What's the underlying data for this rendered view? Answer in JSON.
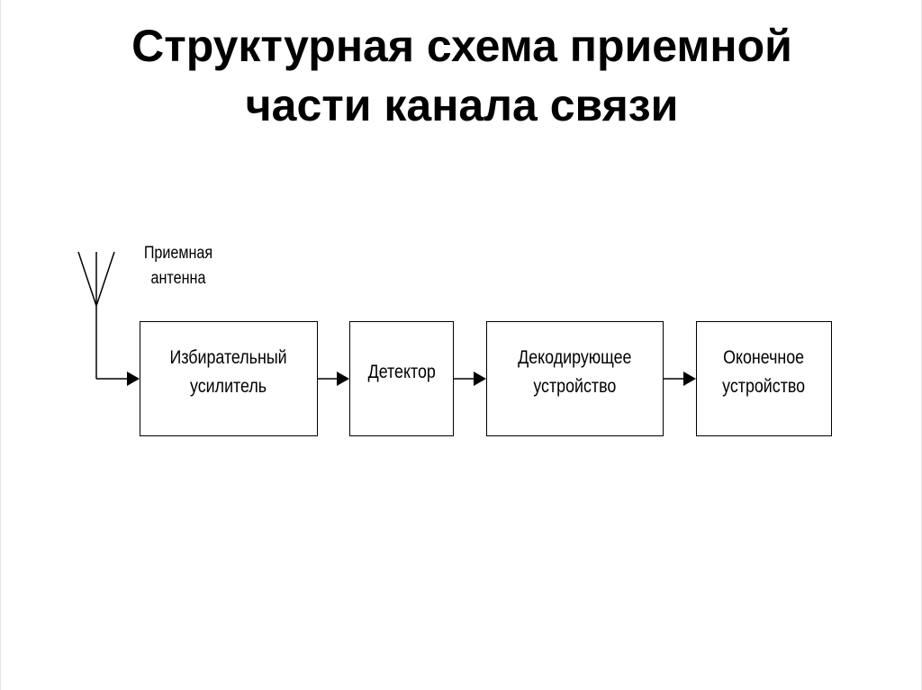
{
  "title": {
    "line1": "Структурная схема приемной",
    "line2": "части канала связи"
  },
  "antenna": {
    "label_line1": "Приемная",
    "label_line2": "антенна",
    "icon": "antenna-icon"
  },
  "blocks": [
    {
      "line1": "Избирательный",
      "line2": "усилитель"
    },
    {
      "line1": "Детектор",
      "line2": ""
    },
    {
      "line1": "Декодирующее",
      "line2": "устройство"
    },
    {
      "line1": "Оконечное",
      "line2": "устройство"
    }
  ],
  "colors": {
    "line": "#000000",
    "background": "#ffffff"
  }
}
